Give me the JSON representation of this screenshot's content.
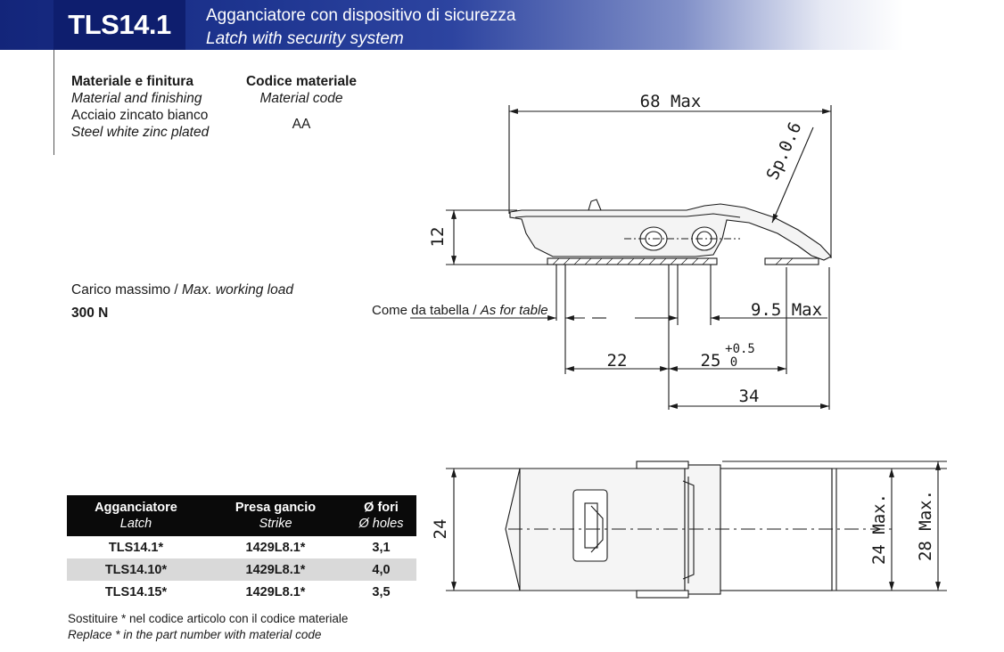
{
  "header": {
    "code": "TLS14.1",
    "title_it": "Agganciatore con dispositivo di sicurezza",
    "title_en": "Latch with security system"
  },
  "material": {
    "label_it": "Materiale e finitura",
    "label_en": "Material and finishing",
    "value_it": "Acciaio zincato bianco",
    "value_en": "Steel white zinc plated",
    "code_label_it": "Codice materiale",
    "code_label_en": "Material code",
    "code_value": "AA"
  },
  "load": {
    "label_it": "Carico massimo / ",
    "label_en": "Max. working load",
    "value": "300 N"
  },
  "table": {
    "headers": [
      {
        "it": "Agganciatore",
        "en": "Latch"
      },
      {
        "it": "Presa gancio",
        "en": "Strike"
      },
      {
        "it": "Ø fori",
        "en": "Ø holes"
      }
    ],
    "rows": [
      [
        "TLS14.1*",
        "1429L8.1*",
        "3,1"
      ],
      [
        "TLS14.10*",
        "1429L8.1*",
        "4,0"
      ],
      [
        "TLS14.15*",
        "1429L8.1*",
        "3,5"
      ]
    ]
  },
  "note": {
    "it": "Sostituire * nel codice articolo con il codice materiale",
    "en": "Replace * in the part number with material code"
  },
  "drawing": {
    "dims": {
      "overall_length": "68 Max",
      "thickness": "Sp.0.6",
      "height": "12",
      "tail": "9.5 Max",
      "hole_spacing_a": "22",
      "hole_spacing_b_base": "25",
      "tol_plus": "+0.5",
      "tol_minus": "0",
      "strike_len": "34",
      "width_left": "24",
      "width_mid": "24 Max.",
      "width_right": "28 Max."
    },
    "as_for_table_it": "Come da tabella / ",
    "as_for_table_en": "As for table"
  }
}
